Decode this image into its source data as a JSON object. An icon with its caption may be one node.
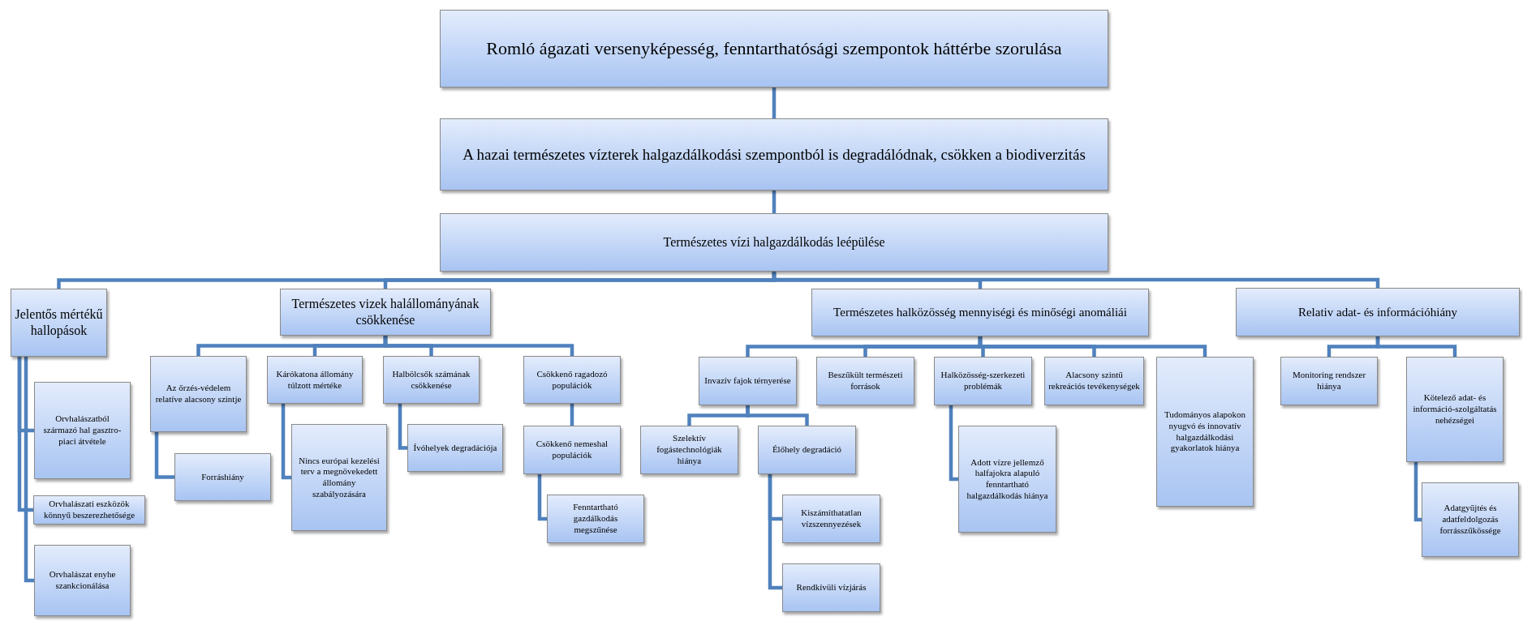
{
  "diagram": {
    "nodes": [
      {
        "text": [
          "Romló ágazati versenyképesség,  fenntarthatósági szempontok háttérbe szorulása"
        ]
      },
      {
        "text": [
          "A hazai természetes vízterek halgazdálkodási szempontból is degradálódnak, csökken a biodiverzitás"
        ]
      },
      {
        "text": [
          "Természetes vízi halgazdálkodás leépülése"
        ]
      },
      {
        "text": [
          "Jelentős mértékű hallopások"
        ]
      },
      {
        "text": [
          "Természetes vizek halállományának csökkenése"
        ]
      },
      {
        "text": [
          "Természetes halközösség mennyiségi és minőségi anomáliái"
        ]
      },
      {
        "text": [
          "Relativ adat- és információhiány"
        ]
      },
      {
        "text": [
          "Az őrzés-védelem relatíve alacsony szintje"
        ]
      },
      {
        "text": [
          "Kárókatona állomány túlzott mértéke"
        ]
      },
      {
        "text": [
          "Halbölcsők számának csökkenése"
        ]
      },
      {
        "text": [
          "Csökkenő ragadozó populációk"
        ]
      },
      {
        "text": [
          "Invazív fajok térnyerése"
        ]
      },
      {
        "text": [
          "Beszűkült természeti források"
        ]
      },
      {
        "text": [
          "Halközösség-szerkezeti problémák"
        ]
      },
      {
        "text": [
          "Alacsony szintű rekreációs tevékenységek"
        ]
      },
      {
        "text": [
          "Tudományos alapokon nyugvó és innovatív halgazdálkodási gyakorlatok hiánya"
        ]
      },
      {
        "text": [
          "Monitoring rendszer hiánya"
        ]
      },
      {
        "text": [
          "Kötelező adat- és információ-szolgáltatás nehézségei"
        ]
      },
      {
        "text": [
          "Orvhalászatból származó hal gasztro-piaci átvétele"
        ]
      },
      {
        "text": [
          "Forráshiány"
        ]
      },
      {
        "text": [
          "Nincs európai kezelési terv a megnövekedett állomány szabályozására"
        ]
      },
      {
        "text": [
          "Ívóhelyek degradációja"
        ]
      },
      {
        "text": [
          "Csökkenő nemeshal populációk"
        ]
      },
      {
        "text": [
          "Szelektív fogástechnológiák hiánya"
        ]
      },
      {
        "text": [
          "Élőhely degradáció"
        ]
      },
      {
        "text": [
          "Adott vízre jellemző halfajokra alapuló fenntartható halgazdálkodás hiánya"
        ]
      },
      {
        "text": [
          "Adatgyűjtés és adatfeldolgozás forrásszűkössége"
        ]
      },
      {
        "text": [
          "Orvhalászati eszközök könnyű beszerezhetősége"
        ]
      },
      {
        "text": [
          "Fenntartható gazdálkodás megszűnése"
        ]
      },
      {
        "text": [
          "Kiszámíthatatlan vízszennyezések"
        ]
      },
      {
        "text": [
          "Orvhalászat enyhe szankcionálása"
        ]
      },
      {
        "text": [
          "Rendkívüli vízjárás"
        ]
      }
    ],
    "edges": [
      {
        "from": 0,
        "to": 1,
        "arrow": "none"
      },
      {
        "from": 1,
        "to": 2,
        "arrow": "none"
      },
      {
        "from": 2,
        "to": 3,
        "arrow": "none"
      },
      {
        "from": 2,
        "to": 4,
        "arrow": "none"
      },
      {
        "from": 2,
        "to": 5,
        "arrow": "none"
      },
      {
        "from": 2,
        "to": 6,
        "arrow": "none"
      },
      {
        "from": 3,
        "to": 18,
        "arrow": "none"
      },
      {
        "from": 3,
        "to": 27,
        "arrow": "none"
      },
      {
        "from": 3,
        "to": 30,
        "arrow": "none"
      },
      {
        "from": 4,
        "to": 7,
        "arrow": "none"
      },
      {
        "from": 4,
        "to": 8,
        "arrow": "none"
      },
      {
        "from": 4,
        "to": 9,
        "arrow": "none"
      },
      {
        "from": 4,
        "to": 10,
        "arrow": "none"
      },
      {
        "from": 7,
        "to": 19,
        "arrow": "none"
      },
      {
        "from": 8,
        "to": 20,
        "arrow": "none"
      },
      {
        "from": 9,
        "to": 21,
        "arrow": "none"
      },
      {
        "from": 10,
        "to": 22,
        "arrow": "none"
      },
      {
        "from": 22,
        "to": 28,
        "arrow": "none"
      },
      {
        "from": 5,
        "to": 11,
        "arrow": "none"
      },
      {
        "from": 5,
        "to": 12,
        "arrow": "none"
      },
      {
        "from": 5,
        "to": 13,
        "arrow": "none"
      },
      {
        "from": 5,
        "to": 14,
        "arrow": "none"
      },
      {
        "from": 5,
        "to": 15,
        "arrow": "none"
      },
      {
        "from": 11,
        "to": 23,
        "arrow": "none"
      },
      {
        "from": 11,
        "to": 24,
        "arrow": "none"
      },
      {
        "from": 24,
        "to": 29,
        "arrow": "none"
      },
      {
        "from": 24,
        "to": 31,
        "arrow": "none"
      },
      {
        "from": 13,
        "to": 25,
        "arrow": "none"
      },
      {
        "from": 6,
        "to": 16,
        "arrow": "none"
      },
      {
        "from": 6,
        "to": 17,
        "arrow": "none"
      },
      {
        "from": 17,
        "to": 26,
        "arrow": "none"
      }
    ]
  }
}
